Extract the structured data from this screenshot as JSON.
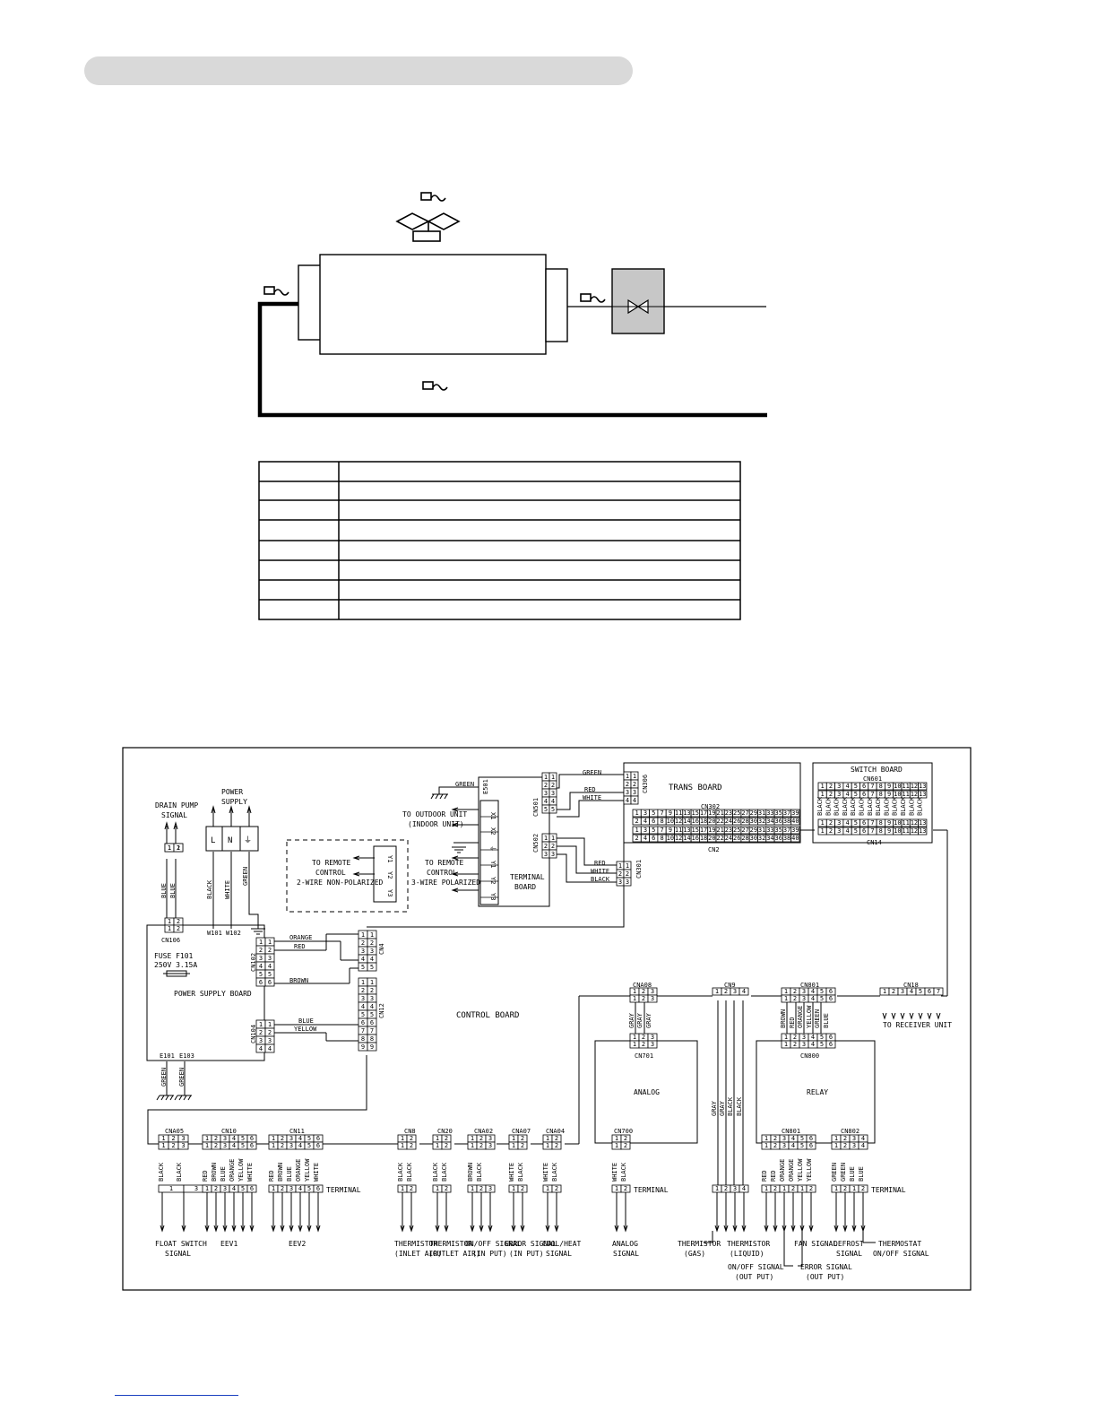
{
  "wiring": {
    "boards": {
      "trans": "TRANS BOARD",
      "switch": "SWITCH BOARD",
      "power_supply": "POWER SUPPLY BOARD",
      "control": "CONTROL BOARD",
      "analog": "ANALOG",
      "relay": "RELAY",
      "terminal_board": "TERMINAL BOARD"
    },
    "top_labels": {
      "drain_pump": [
        "DRAIN PUMP",
        "SIGNAL"
      ],
      "power_supply": [
        "POWER",
        "SUPPLY"
      ],
      "to_outdoor": [
        "TO OUTDOOR UNIT",
        "(INDOOR UNIT)"
      ],
      "remote_2wire": [
        "TO REMOTE",
        "CONTROL",
        "2-WIRE NON-POLARIZED"
      ],
      "remote_3wire": [
        "TO REMOTE",
        "CONTROL",
        "3-WIRE POLARIZED"
      ],
      "fuse": [
        "FUSE F101",
        "250V 3.15A"
      ],
      "to_receiver": "TO RECEIVER UNIT",
      "terminal": "TERMINAL"
    },
    "power_terminals": [
      "L",
      "N",
      "⏚"
    ],
    "connectors": {
      "cn106": "CN106",
      "cn306": "CN306",
      "cn501": "CN501",
      "cn502": "CN502",
      "cn302": "CN302",
      "cn2": "CN2",
      "cn601": "CN601",
      "cn14": "CN14",
      "cn102": "CN102",
      "cn104": "CN104",
      "cn4": "CN4",
      "cn12": "CN12",
      "cn301": "CN301",
      "cna08": "CNA08",
      "cn9": "CN9",
      "cn801": "CN801",
      "cn18": "CN18",
      "cn701": "CN701",
      "cn800": "CN800",
      "cna05": "CNA05",
      "cn10": "CN10",
      "cn11": "CN11",
      "cn8": "CN8",
      "cn20": "CN20",
      "cna02": "CNA02",
      "cna07": "CNA07",
      "cna04": "CNA04",
      "cn700": "CN700",
      "cn801b": "CN801",
      "cn802": "CN802",
      "e501": "E501",
      "w101": "W101",
      "w102": "W102",
      "e101": "E101",
      "e103": "E103"
    },
    "wire_colors": {
      "green": "GREEN",
      "red": "RED",
      "white": "WHITE",
      "black": "BLACK",
      "orange": "ORANGE",
      "brown": "BROWN",
      "blue": "BLUE",
      "yellow": "YELLOW",
      "gray": "GRAY"
    },
    "terminal_block_labels": [
      "X1",
      "X2",
      "⏚",
      "Y1",
      "Y2",
      "Y3"
    ],
    "remote_2wire_labels": [
      "Y1",
      "Y2",
      "Y3"
    ],
    "signals": {
      "float_switch": [
        "FLOAT SWITCH",
        "SIGNAL"
      ],
      "eev1": "EEV1",
      "eev2": "EEV2",
      "therm_inlet": [
        "THERMISTOR",
        "(INLET AIR)"
      ],
      "therm_outlet": [
        "THERMISTOR",
        "(OUTLET AIR)"
      ],
      "onoff_in": [
        "ON/OFF SIGNAL",
        "(IN PUT)"
      ],
      "error_in": [
        "ERROR SIGNAL",
        "(IN PUT)"
      ],
      "coolheat": [
        "COOL/HEAT",
        "SIGNAL"
      ],
      "analog_sig": [
        "ANALOG",
        "SIGNAL"
      ],
      "therm_gas": [
        "THERMISTOR",
        "(GAS)"
      ],
      "therm_liquid": [
        "THERMISTOR",
        "(LIQUID)"
      ],
      "onoff_out": [
        "ON/OFF SIGNAL",
        "(OUT PUT)"
      ],
      "error_out": [
        "ERROR SIGNAL",
        "(OUT PUT)"
      ],
      "fan": "FAN SIGNAL",
      "defrost": [
        "DEFROST",
        "SIGNAL"
      ],
      "thermostat": [
        "THERMOSTAT",
        "ON/OFF SIGNAL"
      ]
    }
  }
}
